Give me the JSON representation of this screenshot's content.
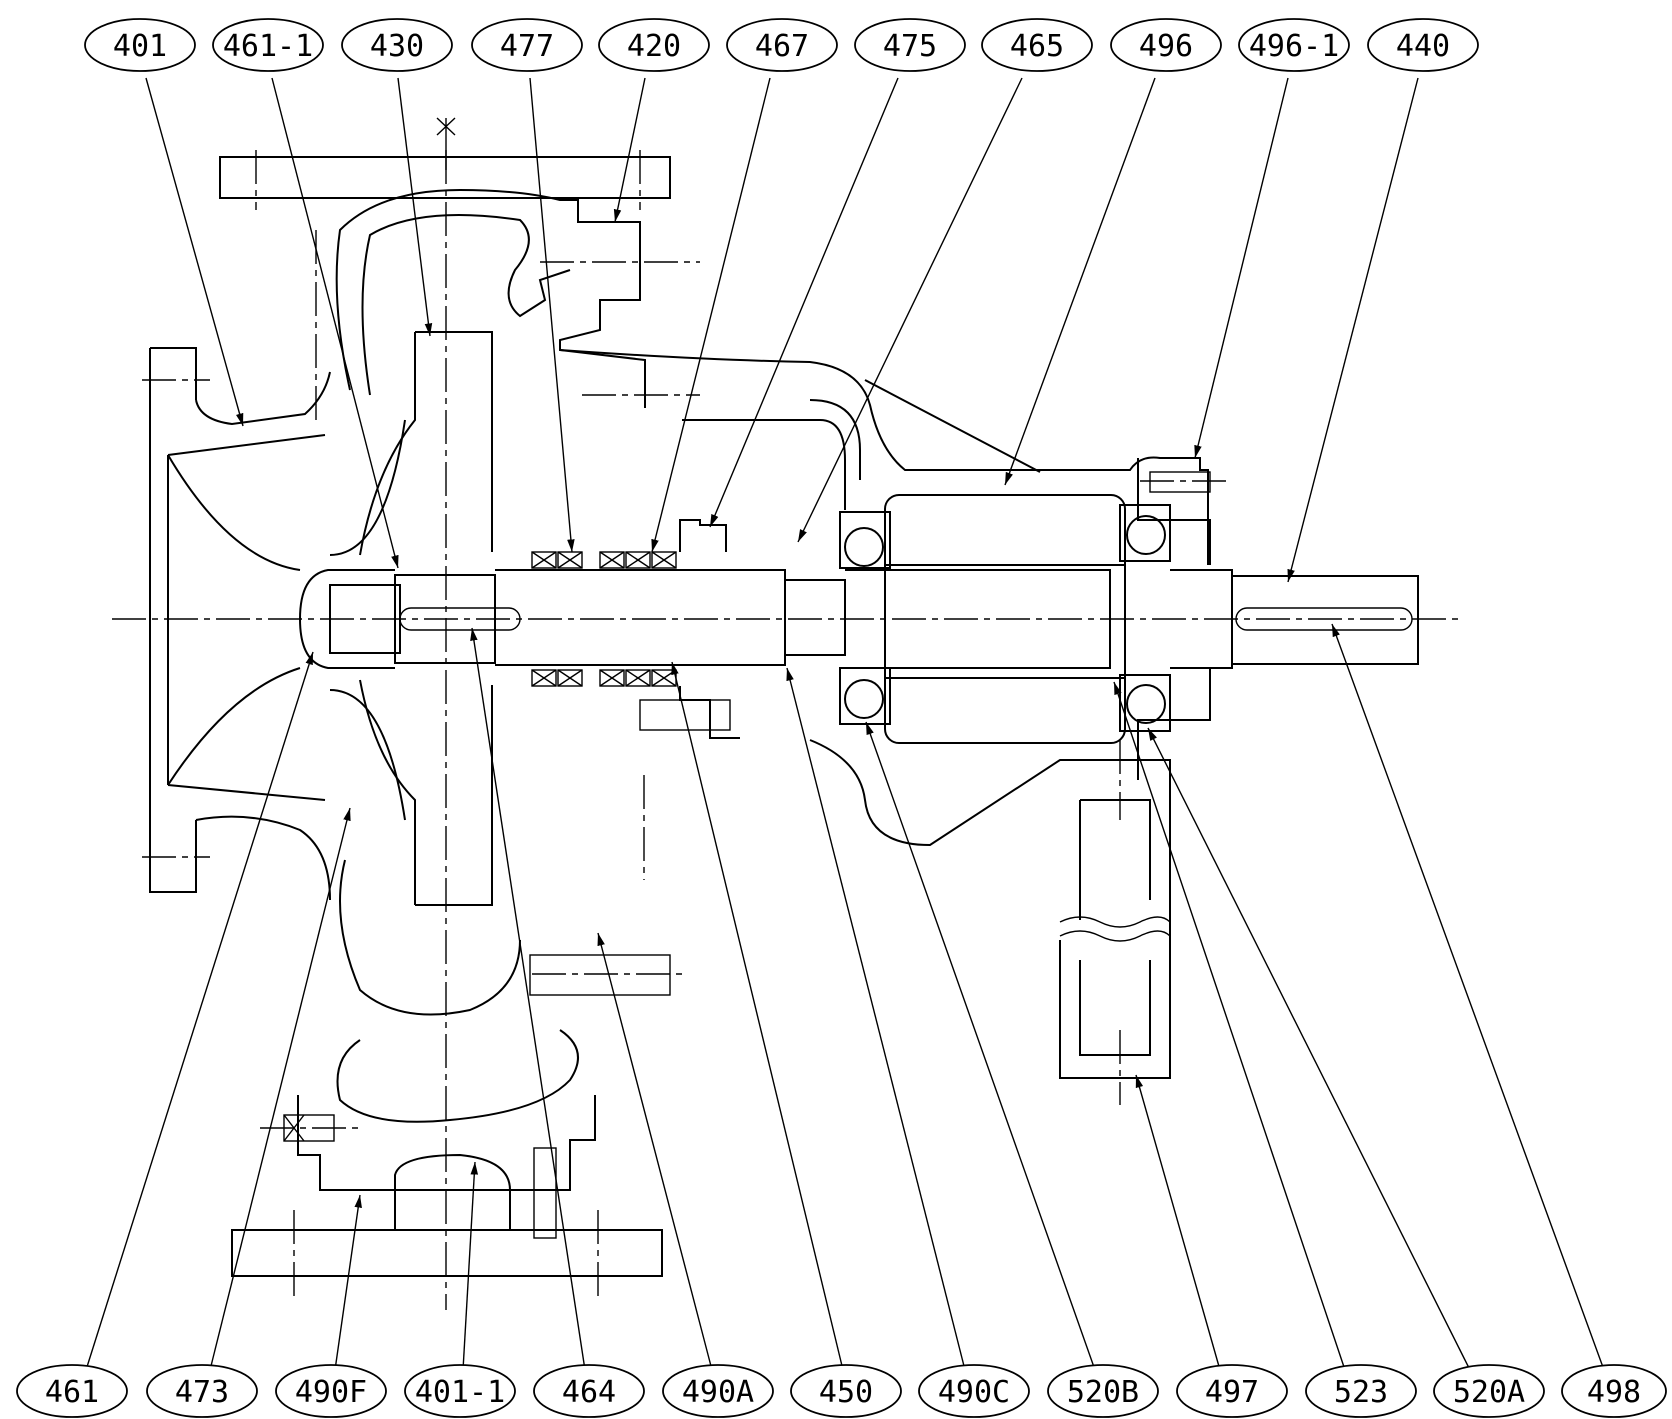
{
  "parts_top": [
    "401",
    "461-1",
    "430",
    "477",
    "420",
    "467",
    "475",
    "465",
    "496",
    "496-1",
    "440"
  ],
  "parts_bottom": [
    "461",
    "473",
    "490F",
    "401-1",
    "464",
    "490A",
    "450",
    "490C",
    "520B",
    "497",
    "523",
    "520A",
    "498"
  ]
}
